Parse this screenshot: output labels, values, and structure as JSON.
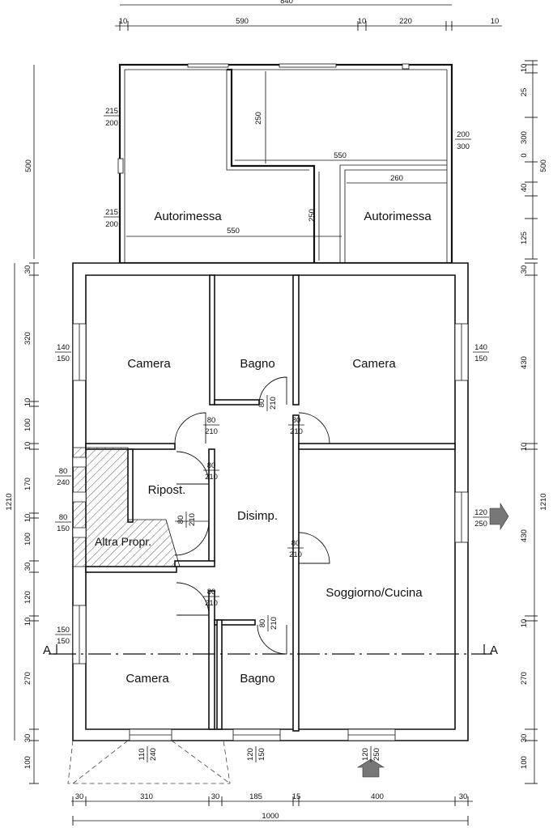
{
  "rooms": {
    "autorimessa_left": "Autorimessa",
    "autorimessa_right": "Autorimessa",
    "camera_top_left": "Camera",
    "bagno_top": "Bagno",
    "camera_top_right": "Camera",
    "ripost": "Ripost.",
    "disimp": "Disimp.",
    "altra_propr": "Altra Propr.",
    "soggiorno": "Soggiorno/Cucina",
    "camera_bottom_left": "Camera",
    "bagno_bottom": "Bagno"
  },
  "section_marks": {
    "left": "A",
    "right": "A"
  },
  "dims_top": {
    "total": "840",
    "d1": "10",
    "d2": "590",
    "d3": "10",
    "d4": "220",
    "d5": "10"
  },
  "dims_bottom": {
    "total": "1000",
    "d1": "30",
    "d2": "310",
    "d3": "30",
    "d4": "185",
    "d5": "15",
    "d6": "400",
    "d7": "30"
  },
  "dims_left_outer": {
    "garage": "500",
    "house": "1210"
  },
  "dims_left_inner": [
    "30",
    "320",
    "10",
    "100",
    "10",
    "170",
    "10",
    "100",
    "30",
    "120",
    "10",
    "270",
    "30",
    "100"
  ],
  "dims_right_outer": {
    "garage": "500",
    "house": "1210"
  },
  "dims_right_inner": [
    "10",
    "25",
    "300",
    "0",
    "40",
    "125",
    "30",
    "430",
    "10",
    "430",
    "10",
    "270",
    "30",
    "100"
  ],
  "garage_inner": {
    "h1": "250",
    "w1": "550",
    "w2": "260",
    "h2": "250",
    "w3": "550"
  },
  "openings": {
    "g_win1": {
      "top": "215",
      "bottom": "200"
    },
    "g_win2": {
      "top": "215",
      "bottom": "200"
    },
    "g_door_right": {
      "top": "200",
      "bottom": "300"
    },
    "win_camera_left": {
      "top": "140",
      "bottom": "150"
    },
    "win_camera_right": {
      "top": "140",
      "bottom": "150"
    },
    "win_altra_1": {
      "top": "80",
      "bottom": "240"
    },
    "win_altra_2": {
      "top": "80",
      "bottom": "150"
    },
    "win_soggiorno": {
      "top": "120",
      "bottom": "250"
    },
    "win_camera_bl": {
      "top": "150",
      "bottom": "150"
    },
    "door_bagno_top": {
      "top": "80",
      "bottom": "210"
    },
    "door_camera_tl": {
      "top": "80",
      "bottom": "210"
    },
    "door_camera_tr": {
      "top": "80",
      "bottom": "210"
    },
    "door_ripost": {
      "top": "80",
      "bottom": "210"
    },
    "door_ripost_small": {
      "top": "80",
      "bottom": "210"
    },
    "door_soggiorno": {
      "top": "80",
      "bottom": "210"
    },
    "door_camera_bl": {
      "top": "80",
      "bottom": "210"
    },
    "door_bagno_bottom": {
      "top": "80",
      "bottom": "210"
    },
    "win_bottom_camera": {
      "top": "110",
      "bottom": "240"
    },
    "win_bottom_bagno": {
      "top": "120",
      "bottom": "150"
    },
    "win_bottom_soggiorno": {
      "top": "120",
      "bottom": "250"
    }
  }
}
